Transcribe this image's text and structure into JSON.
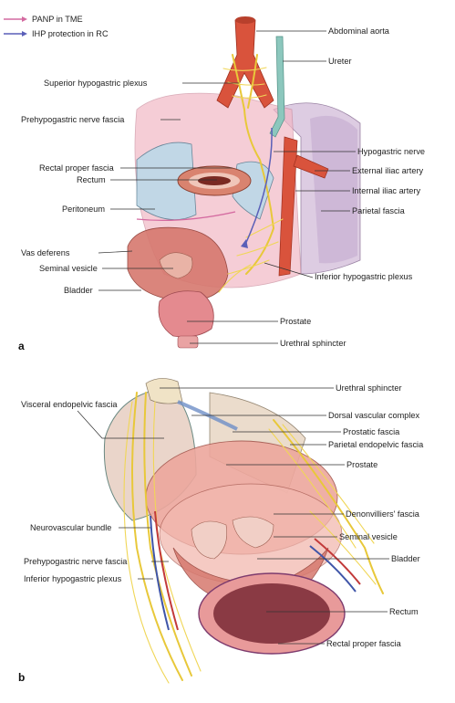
{
  "legend": [
    {
      "label": "PANP in TME",
      "color": "#d46aa0"
    },
    {
      "label": "IHP protection in RC",
      "color": "#5a5fb8"
    }
  ],
  "panel_a": {
    "letter": "a",
    "labels": {
      "abdominal_aorta": "Abdominal aorta",
      "ureter": "Ureter",
      "superior_hypogastric_plexus": "Superior hypogastric plexus",
      "prehypogastric_nerve_fascia": "Prehypogastric nerve fascia",
      "hypogastric_nerve": "Hypogastric nerve",
      "rectal_proper_fascia": "Rectal proper fascia",
      "external_iliac_artery": "External iliac artery",
      "rectum": "Rectum",
      "internal_iliac_artery": "Internal iliac artery",
      "peritoneum": "Peritoneum",
      "parietal_fascia": "Parietal fascia",
      "vas_deferens": "Vas deferens",
      "seminal_vesicle": "Seminal vesicle",
      "inferior_hypogastric_plexus": "Inferior hypogastric plexus",
      "bladder": "Bladder",
      "prostate": "Prostate",
      "urethral_sphincter": "Urethral sphincter"
    }
  },
  "panel_b": {
    "letter": "b",
    "labels": {
      "urethral_sphincter": "Urethral sphincter",
      "visceral_endopelvic_fascia": "Visceral endopelvic fascia",
      "dorsal_vascular_complex": "Dorsal vascular complex",
      "prostatic_fascia": "Prostatic fascia",
      "parietal_endopelvic_fascia": "Parietal endopelvic fascia",
      "prostate": "Prostate",
      "denonvilliers_fascia": "Denonvilliers' fascia",
      "neurovascular_bundle": "Neurovascular bundle",
      "seminal_vesicle": "Seminal vesicle",
      "prehypogastric_nerve_fascia": "Prehypogastric nerve fascia",
      "bladder": "Bladder",
      "inferior_hypogastric_plexus": "Inferior hypogastric plexus",
      "rectum": "Rectum",
      "rectal_proper_fascia": "Rectal proper fascia"
    }
  }
}
